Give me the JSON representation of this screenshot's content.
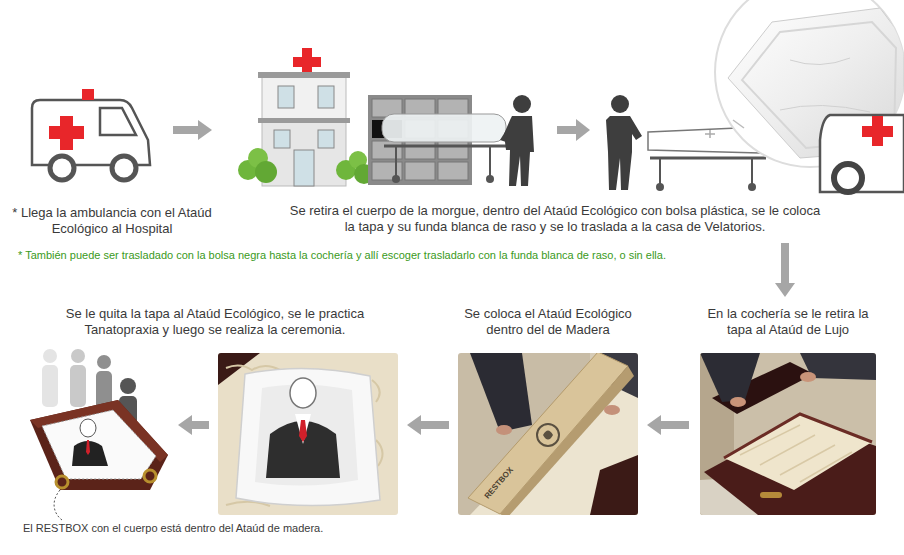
{
  "diagram": {
    "nodes": [
      {
        "text": [
          "* Llega la ambulancia con el Ataúd Ecológico al Hospital"
        ]
      },
      {
        "text": [
          "Se retira el cuerpo de la morgue, dentro del Ataúd Ecológico con bolsa plástica, se le coloca la tapa y su funda blanca de raso y se lo traslada a la casa de Velatorios."
        ]
      },
      {
        "text": [
          "En la cochería se le retira la tapa al Ataúd de Lujo"
        ]
      },
      {
        "text": [
          "Se coloca el Ataúd Ecológico dentro del de Madera"
        ]
      },
      {
        "text": [
          "Se le quita la tapa al Ataúd Ecológico, se le practica Tanatopraxia y luego se realiza la ceremonia."
        ]
      },
      {
        "text": [
          "El RESTBOX con el cuerpo está dentro del Ataúd de madera."
        ]
      }
    ],
    "edges": [
      {
        "from": 0,
        "to": 1,
        "arrow": "to"
      },
      {
        "from": 1,
        "to": 2,
        "arrow": "to"
      },
      {
        "from": 2,
        "to": 3,
        "arrow": "to"
      },
      {
        "from": 3,
        "to": 4,
        "arrow": "to"
      },
      {
        "from": 4,
        "to": 5,
        "arrow": "to"
      }
    ],
    "labels": [
      "* También puede ser trasladado con la bolsa negra hasta la cochería y allí escoger trasladarlo con la funda blanca de raso, o sin ella.",
      "RESTBOX"
    ]
  }
}
